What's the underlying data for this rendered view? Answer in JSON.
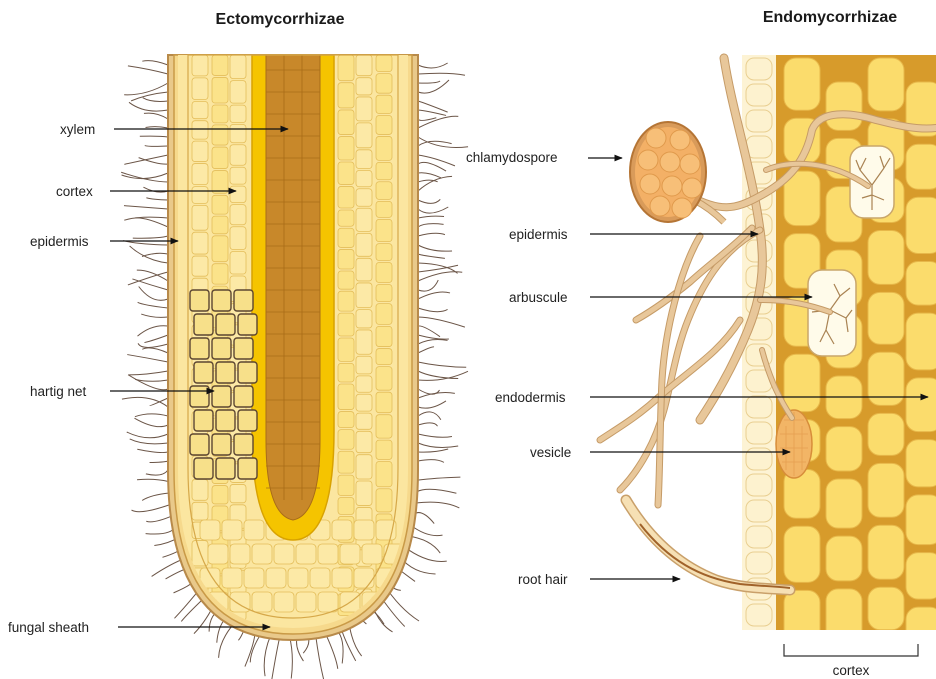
{
  "titles": {
    "left": "Ectomycorrhizae",
    "right": "Endomycorrhizae"
  },
  "ecto_labels": {
    "xylem": "xylem",
    "cortex": "cortex",
    "epidermis": "epidermis",
    "hartig_net": "hartig net",
    "fungal_sheath": "fungal sheath"
  },
  "endo_labels": {
    "chlamydospore": "chlamydospore",
    "epidermis": "epidermis",
    "arbuscule": "arbuscule",
    "endodermis": "endodermis",
    "vesicle": "vesicle",
    "root_hair": "root hair",
    "cortex_bracket": "cortex"
  },
  "colors": {
    "cell_fill": "#fbe27a",
    "cell_wall": "#d79b2b",
    "xylem": "#c8882a",
    "stele": "#f5c400",
    "hypha": "#e8c79a",
    "fungal_hair": "#6b5547"
  }
}
